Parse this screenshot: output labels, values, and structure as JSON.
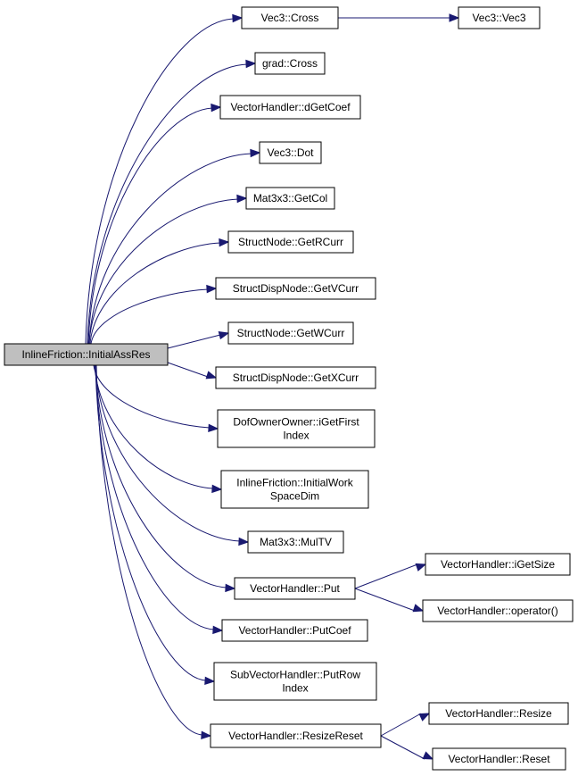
{
  "graph": {
    "root": "InlineFriction::InitialAssRes",
    "callees": [
      "Vec3::Cross",
      "grad::Cross",
      "VectorHandler::dGetCoef",
      "Vec3::Dot",
      "Mat3x3::GetCol",
      "StructNode::GetRCurr",
      "StructDispNode::GetVCurr",
      "StructNode::GetWCurr",
      "StructDispNode::GetXCurr",
      "DofOwnerOwner::iGetFirst\nIndex",
      "InlineFriction::InitialWork\nSpaceDim",
      "Mat3x3::MulTV",
      "VectorHandler::Put",
      "VectorHandler::PutCoef",
      "SubVectorHandler::PutRow\nIndex",
      "VectorHandler::ResizeReset"
    ],
    "second_level": [
      {
        "caller": "Vec3::Cross",
        "callees": [
          "Vec3::Vec3"
        ]
      },
      {
        "caller": "VectorHandler::Put",
        "callees": [
          "VectorHandler::iGetSize",
          "VectorHandler::operator()"
        ]
      },
      {
        "caller": "VectorHandler::ResizeReset",
        "callees": [
          "VectorHandler::Resize",
          "VectorHandler::Reset"
        ]
      }
    ]
  },
  "colors": {
    "edge": "#191970",
    "root_fill": "#bfbfbf",
    "node_fill": "#ffffff"
  }
}
